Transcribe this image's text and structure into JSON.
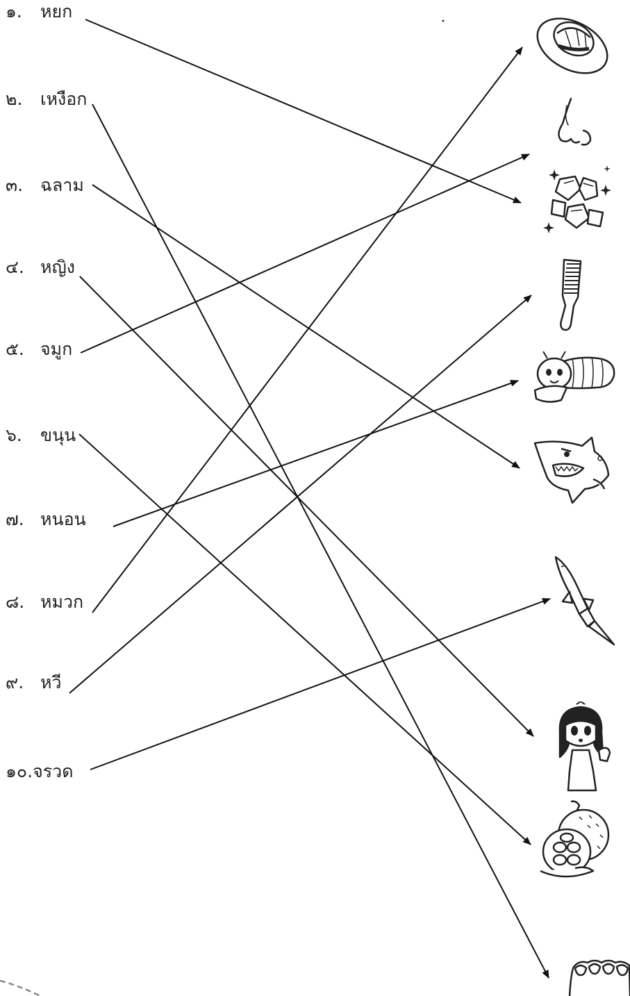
{
  "words": [
    {
      "num": "๑.",
      "word": "หยก"
    },
    {
      "num": "๒.",
      "word": "เหงือก"
    },
    {
      "num": "๓.",
      "word": "ฉลาม"
    },
    {
      "num": "๔.",
      "word": "หญิง"
    },
    {
      "num": "๕.",
      "word": "จมูก"
    },
    {
      "num": "๖.",
      "word": "ขนุน"
    },
    {
      "num": "๗.",
      "word": "หนอน"
    },
    {
      "num": "๘.",
      "word": "หมวก"
    },
    {
      "num": "๙.",
      "word": "หวี"
    },
    {
      "num": "๑๐.",
      "word": "จรวด"
    }
  ],
  "pictures": [
    {
      "icon": "hat-icon"
    },
    {
      "icon": "nose-icon"
    },
    {
      "icon": "gems-icon"
    },
    {
      "icon": "comb-icon"
    },
    {
      "icon": "caterpillar-icon"
    },
    {
      "icon": "shark-icon"
    },
    {
      "icon": "rocket-icon"
    },
    {
      "icon": "girl-icon"
    },
    {
      "icon": "jackfruit-icon"
    },
    {
      "icon": "gums-icon"
    }
  ],
  "answers": [
    {
      "word": "หยก",
      "picture": "gems-icon"
    },
    {
      "word": "เหงือก",
      "picture": "gums-icon"
    },
    {
      "word": "ฉลาม",
      "picture": "shark-icon"
    },
    {
      "word": "หญิง",
      "picture": "girl-icon"
    },
    {
      "word": "จมูก",
      "picture": "nose-icon"
    },
    {
      "word": "ขนุน",
      "picture": "jackfruit-icon"
    },
    {
      "word": "หนอน",
      "picture": "caterpillar-icon"
    },
    {
      "word": "หมวก",
      "picture": "hat-icon"
    },
    {
      "word": "หวี",
      "picture": "comb-icon"
    },
    {
      "word": "จรวด",
      "picture": "rocket-icon"
    }
  ]
}
